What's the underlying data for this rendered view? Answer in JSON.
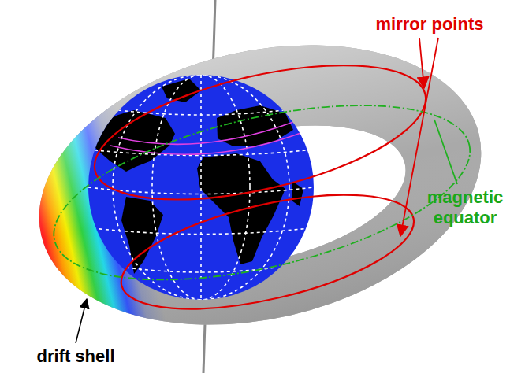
{
  "diagram": {
    "labels": [
      "mirror points",
      "magnetic equator",
      "drift shell"
    ]
  }
}
